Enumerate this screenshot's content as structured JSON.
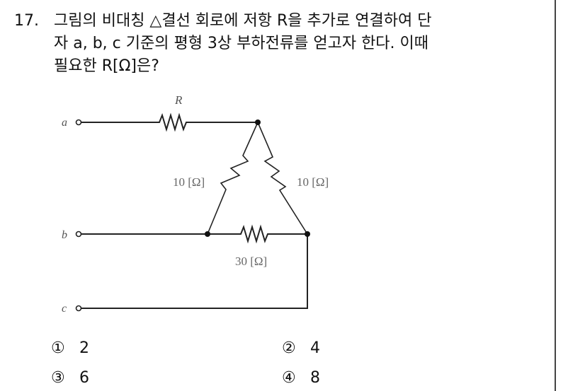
{
  "question": {
    "number": "17.",
    "lines": [
      "그림의 비대칭 △결선 회로에 저항 R을 추가로 연결하여 단",
      "자 a, b, c 기준의 평형 3상 부하전류를 얻고자 한다. 이때",
      "필요한 R[Ω]은?"
    ]
  },
  "figure": {
    "terminals": [
      "a",
      "b",
      "c"
    ],
    "added_resistor_label": "R",
    "delta_resistors": {
      "ab": "10 [Ω]",
      "ac": "10 [Ω]",
      "bc": "30 [Ω]"
    }
  },
  "choices": [
    {
      "mark": "①",
      "value": "2"
    },
    {
      "mark": "②",
      "value": "4"
    },
    {
      "mark": "③",
      "value": "6"
    },
    {
      "mark": "④",
      "value": "8"
    }
  ]
}
